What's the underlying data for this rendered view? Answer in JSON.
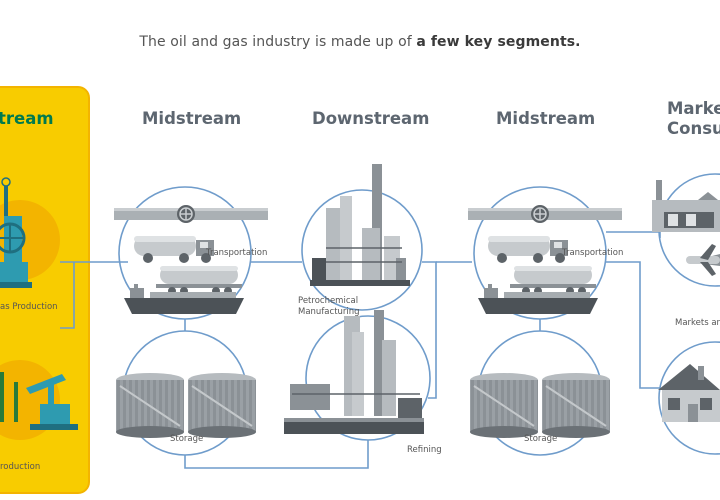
{
  "headline": {
    "prefix": "The oil and gas industry is made up of ",
    "emphasis": "a few key segments."
  },
  "segments": {
    "upstream": "tream",
    "midstream_1": "Midstream",
    "downstream": "Downstream",
    "midstream_2": "Midstream",
    "markets_line1": "Market",
    "markets_line2": "Consu"
  },
  "labels": {
    "gas_production": "as Production",
    "oil_production": "roduction",
    "transportation_1": "Transportation",
    "storage_1": "Storage",
    "petrochemical_line1": "Petrochemical",
    "petrochemical_line2": "Manufacturing",
    "refining": "Refining",
    "transportation_2": "Transportation",
    "storage_2": "Storage",
    "markets_and": "Markets and"
  },
  "colors": {
    "upstream_panel": "#f8cc00",
    "upstream_title": "#007a4d",
    "segment_title": "#5d6670",
    "connector_line": "#6f9ccb",
    "equipment_gray": "#8b9196",
    "equipment_teal": "#2e9bb0"
  }
}
